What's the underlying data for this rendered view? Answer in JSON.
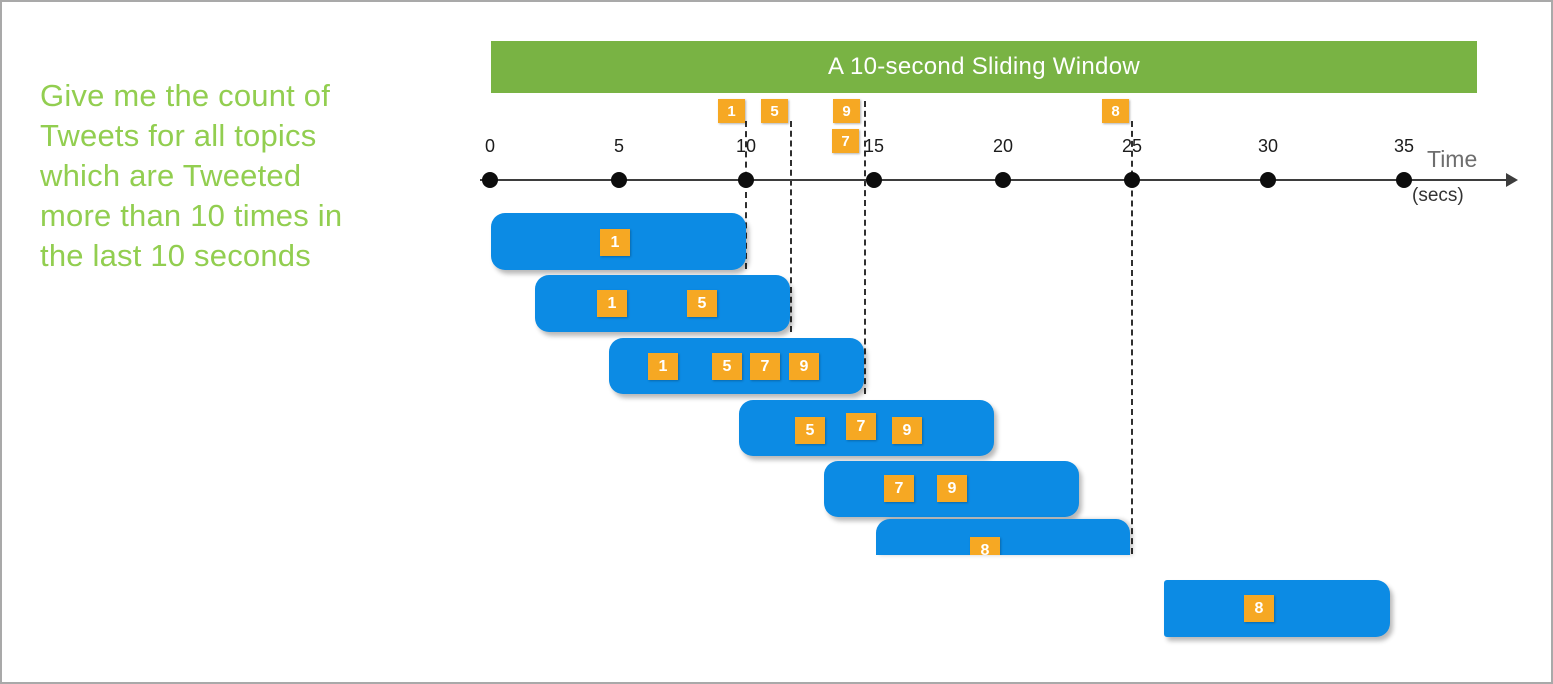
{
  "query": {
    "lines": [
      "Give me the count of",
      "Tweets for all topics",
      "which are Tweeted",
      "more than 10 times in",
      "the last 10 seconds"
    ]
  },
  "banner": {
    "label": "A 10-second Sliding Window"
  },
  "timeline": {
    "ticks": [
      "0",
      "5",
      "10",
      "15",
      "20",
      "25",
      "30",
      "35"
    ],
    "unit_label": "Time",
    "unit_sublabel": "(secs)",
    "range_secs": [
      0,
      35
    ]
  },
  "incoming_events": [
    {
      "id": "1",
      "time_sec": 10
    },
    {
      "id": "5",
      "time_sec": 12
    },
    {
      "id": "9",
      "time_sec": 14.5
    },
    {
      "id": "7",
      "time_sec": 14.5
    },
    {
      "id": "8",
      "time_sec": 25
    }
  ],
  "windows": [
    {
      "events": [
        "1"
      ]
    },
    {
      "events": [
        "1",
        "5"
      ]
    },
    {
      "events": [
        "1",
        "5",
        "7",
        "9"
      ]
    },
    {
      "events": [
        "5",
        "7",
        "9"
      ]
    },
    {
      "events": [
        "7",
        "9"
      ]
    },
    {
      "events": [
        "8"
      ]
    },
    {
      "events": [
        "8"
      ]
    }
  ],
  "colors": {
    "banner_green": "#79b344",
    "query_text_green": "#92ce50",
    "window_blue": "#0c8be4",
    "event_orange": "#f6a823"
  }
}
